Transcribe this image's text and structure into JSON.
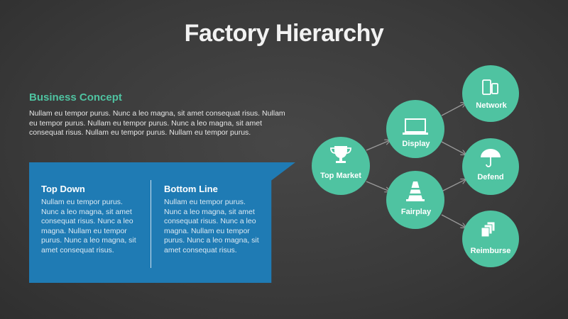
{
  "title": "Factory Hierarchy",
  "concept": {
    "heading": "Business Concept",
    "body": "Nullam eu tempor purus. Nunc a leo magna, sit amet consequat risus. Nullam eu tempor purus. Nullam eu tempor purus. Nunc a leo magna, sit amet consequat risus. Nullam eu tempor purus. Nullam eu tempor purus."
  },
  "panel": {
    "left": {
      "heading": "Top Down",
      "body": "Nullam eu tempor purus. Nunc a leo magna, sit amet consequat risus. Nunc a leo magna. Nullam eu tempor purus. Nunc a leo magna, sit amet consequat risus."
    },
    "right": {
      "heading": "Bottom Line",
      "body": "Nullam eu tempor purus. Nunc a leo magna, sit amet consequat risus. Nunc a leo magna. Nullam eu tempor purus. Nunc a leo magna, sit amet consequat risus."
    }
  },
  "colors": {
    "node": "#4fc3a1",
    "panel": "#1f7bb4",
    "accent": "#4fc3a1"
  },
  "nodes": {
    "top_market": {
      "label": "Top Market",
      "icon": "trophy-icon"
    },
    "display": {
      "label": "Display",
      "icon": "monitor-icon"
    },
    "fairplay": {
      "label": "Fairplay",
      "icon": "traffic-cone-icon"
    },
    "network": {
      "label": "Network",
      "icon": "devices-icon"
    },
    "defend": {
      "label": "Defend",
      "icon": "umbrella-icon"
    },
    "reimburse": {
      "label": "Reimburse",
      "icon": "documents-icon"
    }
  }
}
